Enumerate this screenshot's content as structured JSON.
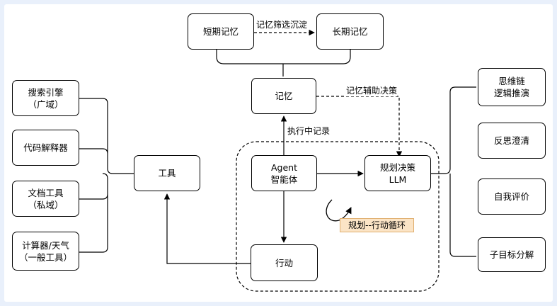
{
  "nodes": {
    "short_term_memory": "短期记忆",
    "long_term_memory": "长期记忆",
    "memory": "记忆",
    "search_engine": "搜索引擎\n（广域）",
    "code_interpreter": "代码解释器",
    "doc_tool": "文档工具\n（私域）",
    "calculator_weather": "计算器/天气\n（一般工具）",
    "tools": "工具",
    "agent": "Agent\n智能体",
    "planning_llm": "规划决策\nLLM",
    "action": "行动",
    "chain_of_thought": "思维链\n逻辑推演",
    "reflection": "反思澄清",
    "self_evaluation": "自我评价",
    "subgoal_decomposition": "子目标分解"
  },
  "edge_labels": {
    "memory_filter": "记忆筛选沉淀",
    "memory_assist": "记忆辅助决策",
    "record_during_execution": "执行中记录"
  },
  "loop_tag": "规划--行动循环"
}
